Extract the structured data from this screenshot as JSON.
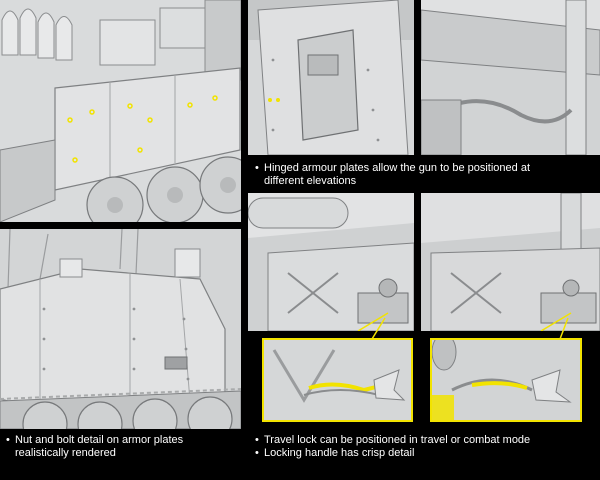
{
  "captions": {
    "nut_bolt": {
      "line1": "Nut and bolt detail on armor plates",
      "line2": "realistically rendered"
    },
    "hinged": {
      "line1": "Hinged armour plates allow the gun to be positioned at",
      "line2": "different elevations"
    },
    "travel_lock": {
      "line1": "Travel lock can be positioned in travel or combat mode",
      "line2": "Locking handle has crisp detail"
    }
  },
  "bullet_char": "•",
  "colors": {
    "background": "#000000",
    "model_grey": "#d4d6d7",
    "callout_yellow": "#f2e300",
    "caption_text": "#ffffff"
  }
}
